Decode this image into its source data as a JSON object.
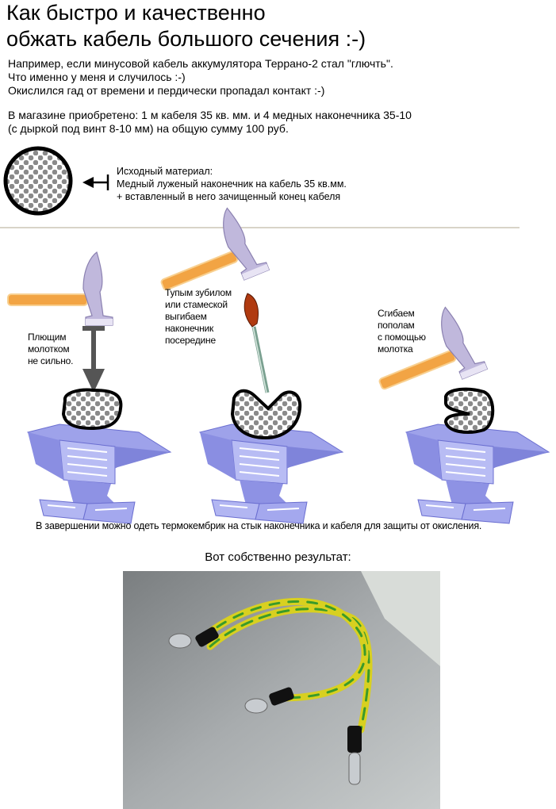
{
  "title": {
    "line1": "Как быстро и качественно",
    "line2": "обжать кабель большого сечения :-)"
  },
  "intro": {
    "lines": [
      "Например, если минусовой кабель аккумулятора Террано-2 стал \"глючть\".",
      "Что именно у меня и случилось :-)",
      "Окислился гад от времени и пердически пропадал контакт :-)"
    ]
  },
  "purchase": {
    "lines": [
      "В магазине приобретено: 1 м кабеля 35 кв. мм. и 4 медных наконечника 35-10",
      "(с дыркой под винт 8-10 мм) на общую сумму 100 руб."
    ]
  },
  "material": {
    "lines": [
      "Исходный материал:",
      "Медный луженый наконечник на кабель 35 кв.мм.",
      "+ вставленный в него зачищенный конец кабеля"
    ]
  },
  "steps": [
    {
      "lines": [
        "Плющим",
        "молотком",
        "не сильно."
      ]
    },
    {
      "lines": [
        "Тупым зубилом",
        "или стамеской",
        "выгибаем",
        "наконечник",
        "посередине"
      ]
    },
    {
      "lines": [
        "Сгибаем",
        "пополам",
        "с помощью",
        "молотка"
      ]
    }
  ],
  "caption": "В завершении можно одеть термокембрик на стык наконечника и кабеля для защиты от окисления.",
  "result_label": "Вот собственно результат:",
  "colors": {
    "anvil": "#8f93e0",
    "hammer_handle": "#f0a040",
    "cable_yellow": "#d8d020",
    "cable_green": "#3a9a2a",
    "rule": "#d8d4c8"
  }
}
